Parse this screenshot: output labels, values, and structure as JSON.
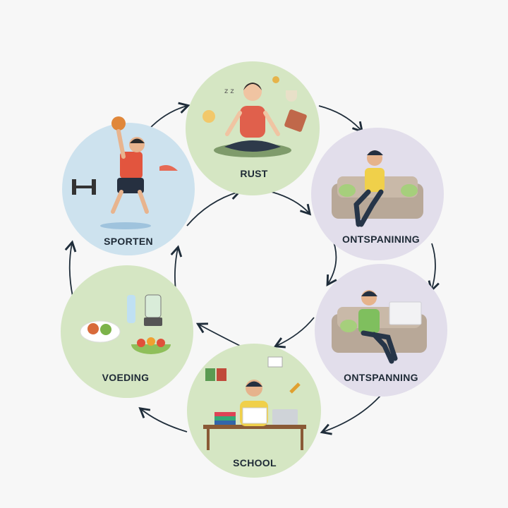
{
  "title": "Dagelijkse balans cyclus",
  "nodes": [
    {
      "id": "rust",
      "label": "RUST",
      "icon": "meditation-icon",
      "color": "#d5e6c3"
    },
    {
      "id": "ontspanning1",
      "label": "ONTSPANINING",
      "icon": "sofa-relax-icon",
      "color": "#e2deeb"
    },
    {
      "id": "ontspanning2",
      "label": "ONTSPANNING",
      "icon": "gaming-icon",
      "color": "#e2deeb"
    },
    {
      "id": "school",
      "label": "SCHOOL",
      "icon": "study-icon",
      "color": "#d5e6c3"
    },
    {
      "id": "voeding",
      "label": "VOEDING",
      "icon": "food-icon",
      "color": "#d5e6c3"
    },
    {
      "id": "sporten",
      "label": "SPORTEN",
      "icon": "basketball-player-icon",
      "color": "#cde2ee"
    }
  ],
  "arrow_color": "#1f2d3a"
}
